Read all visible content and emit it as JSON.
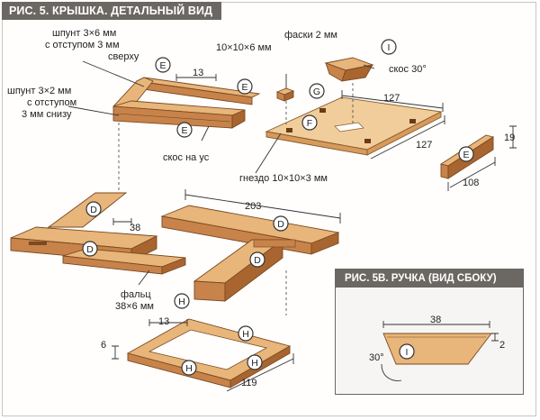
{
  "title": "РИС. 5. КРЫШКА. ДЕТАЛЬНЫЙ ВИД",
  "inset_title": "РИС. 5В. РУЧКА (ВИД СБОКУ)",
  "labels": {
    "groove_top": [
      "шпунт 3×6 мм",
      "с отступом 3 мм",
      "сверху"
    ],
    "groove_bottom": [
      "шпунт 3×2 мм",
      "с отступом",
      "3 мм снизу"
    ],
    "bevel_miter": "скос на ус",
    "chamfer": "фаски 2 мм",
    "block": "10×10×6 мм",
    "bevel_30": "скос 30°",
    "mortise": "гнездо 10×10×3 мм",
    "rabbet": [
      "фальц",
      "38×6 мм"
    ]
  },
  "dimensions": {
    "d13_top": "13",
    "d127_a": "127",
    "d127_b": "127",
    "d19": "19",
    "d108": "108",
    "d203": "203",
    "d38": "38",
    "d13_frame": "13",
    "d6": "6",
    "d119": "119",
    "inset_38": "38",
    "inset_2": "2",
    "inset_30": "30°"
  },
  "callouts": {
    "E": "E",
    "F": "F",
    "G": "G",
    "I": "I",
    "D": "D",
    "H": "H"
  },
  "colors": {
    "title_bg": "#6b6763",
    "wood_light": "#e8b57a",
    "wood_mid": "#c8834a",
    "wood_dark": "#a9652f"
  }
}
